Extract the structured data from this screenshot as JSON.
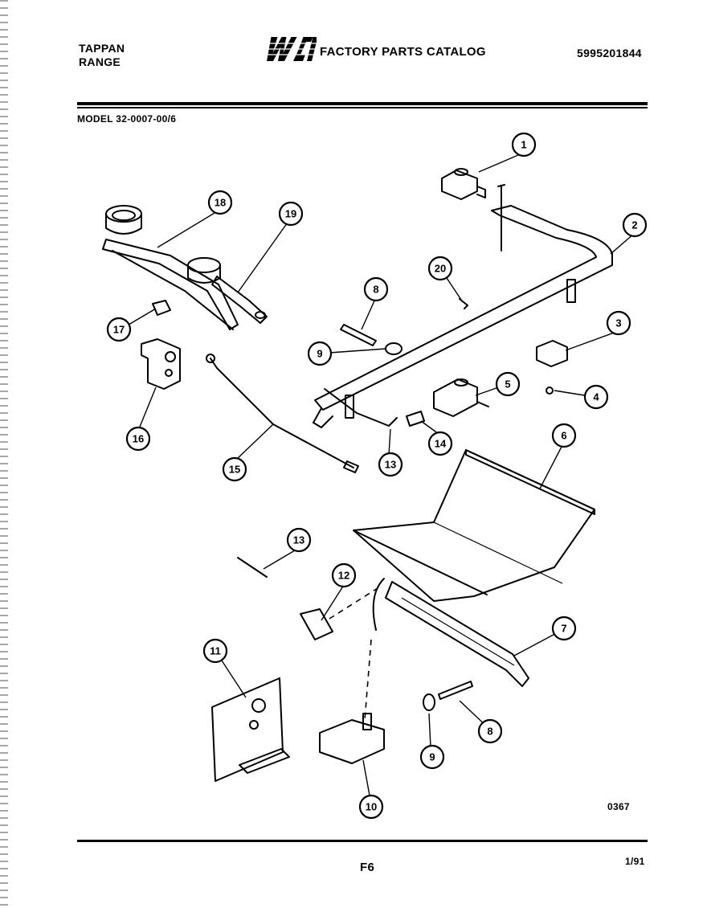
{
  "header": {
    "brand_line1": "TAPPAN",
    "brand_line2": "RANGE",
    "logo_text": "WCI",
    "catalog_title": "FACTORY PARTS CATALOG",
    "part_number": "5995201844",
    "model": "MODEL 32-0007-00/6"
  },
  "diagram": {
    "callouts": [
      {
        "id": "c1",
        "label": "1"
      },
      {
        "id": "c2",
        "label": "2"
      },
      {
        "id": "c3",
        "label": "3"
      },
      {
        "id": "c4",
        "label": "4"
      },
      {
        "id": "c5",
        "label": "5"
      },
      {
        "id": "c6",
        "label": "6"
      },
      {
        "id": "c7",
        "label": "7"
      },
      {
        "id": "c8a",
        "label": "8"
      },
      {
        "id": "c8b",
        "label": "8"
      },
      {
        "id": "c9a",
        "label": "9"
      },
      {
        "id": "c9b",
        "label": "9"
      },
      {
        "id": "c10",
        "label": "10"
      },
      {
        "id": "c11",
        "label": "11"
      },
      {
        "id": "c12",
        "label": "12"
      },
      {
        "id": "c13a",
        "label": "13"
      },
      {
        "id": "c13b",
        "label": "13"
      },
      {
        "id": "c14",
        "label": "14"
      },
      {
        "id": "c15",
        "label": "15"
      },
      {
        "id": "c16",
        "label": "16"
      },
      {
        "id": "c17",
        "label": "17"
      },
      {
        "id": "c18",
        "label": "18"
      },
      {
        "id": "c19",
        "label": "19"
      },
      {
        "id": "c20",
        "label": "20"
      }
    ],
    "drawing_code": "0367"
  },
  "footer": {
    "page": "F6",
    "date": "1/91"
  }
}
